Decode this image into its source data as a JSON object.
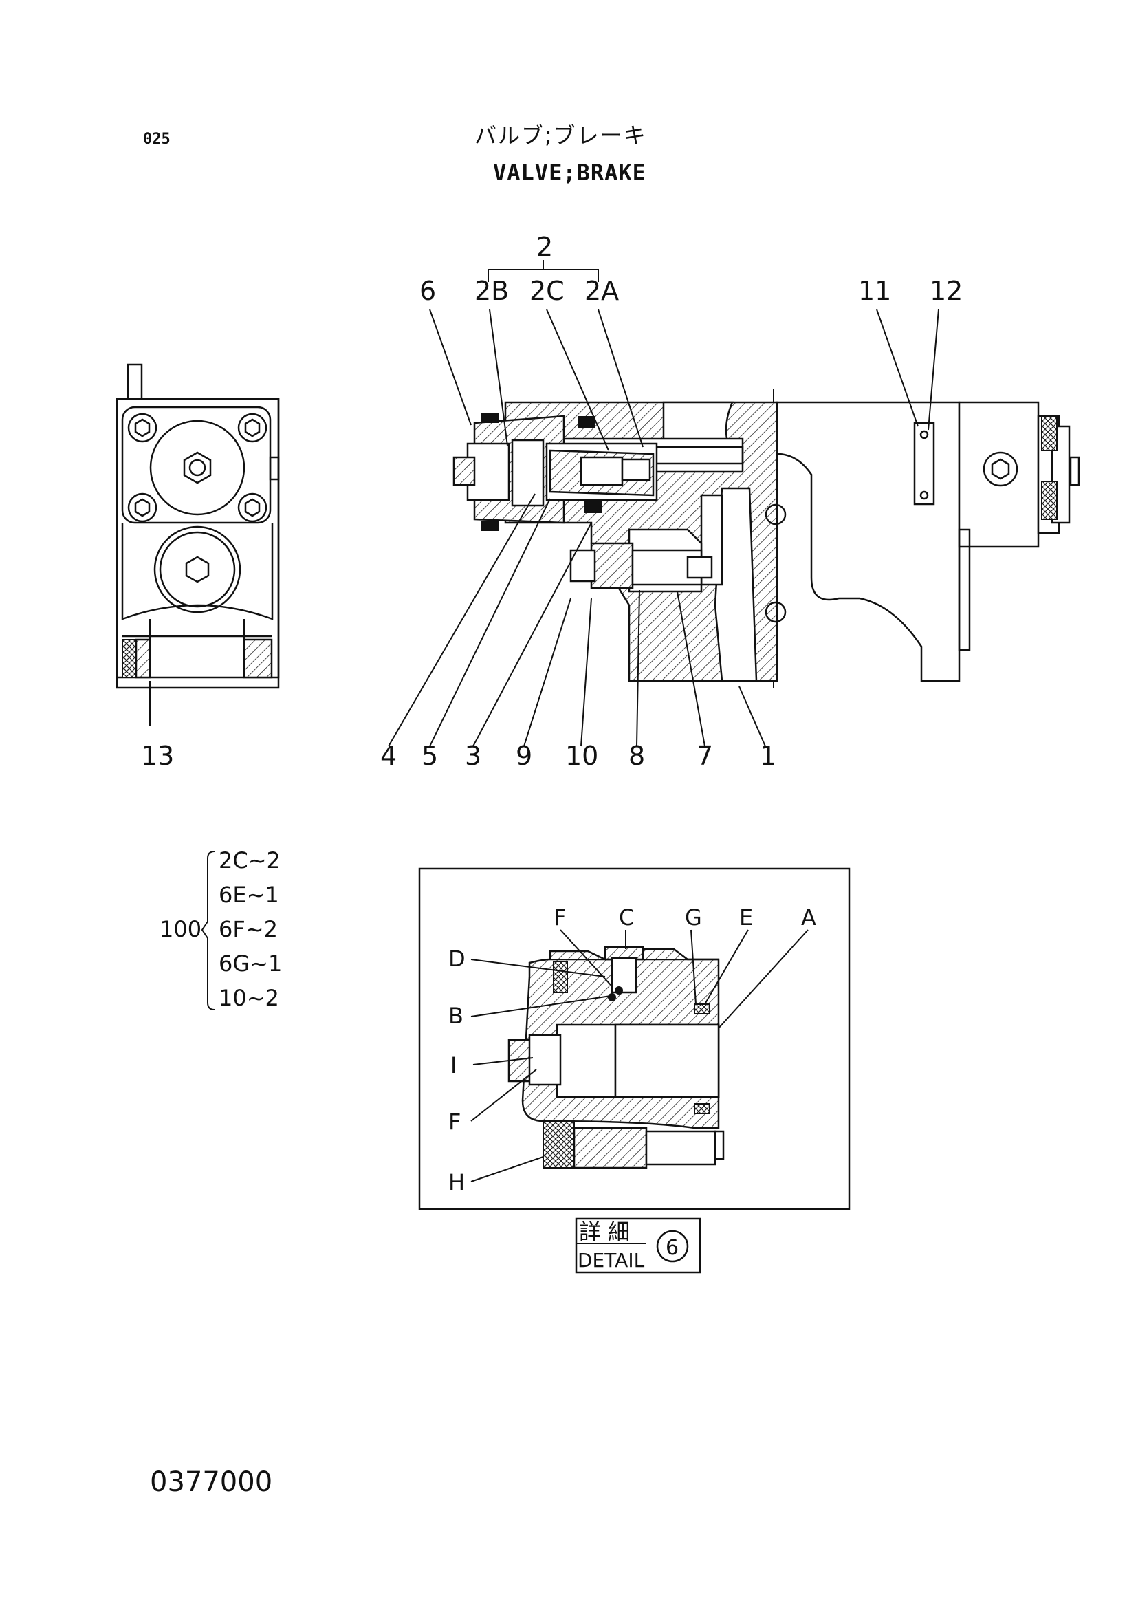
{
  "header": {
    "page_number": "025",
    "title_jp": "バルブ;ブレーキ",
    "title_en": "VALVE;BRAKE"
  },
  "main_view": {
    "group_label": "2",
    "labels_top": [
      "6",
      "2B",
      "2C",
      "2A",
      "11",
      "12"
    ],
    "labels_bottom": [
      "4",
      "5",
      "3",
      "9",
      "10",
      "8",
      "7",
      "1"
    ]
  },
  "side_view": {
    "label": "13"
  },
  "kit": {
    "number": "100",
    "items": [
      "2C~2",
      "6E~1",
      "6F~2",
      "6G~1",
      "10~2"
    ]
  },
  "detail": {
    "labels": [
      "F",
      "C",
      "G",
      "E",
      "A",
      "D",
      "B",
      "I",
      "F",
      "H"
    ],
    "caption_jp": "詳 細",
    "caption_en": "DETAIL",
    "caption_ref": "6"
  },
  "footer": {
    "document_number": "0377000"
  }
}
